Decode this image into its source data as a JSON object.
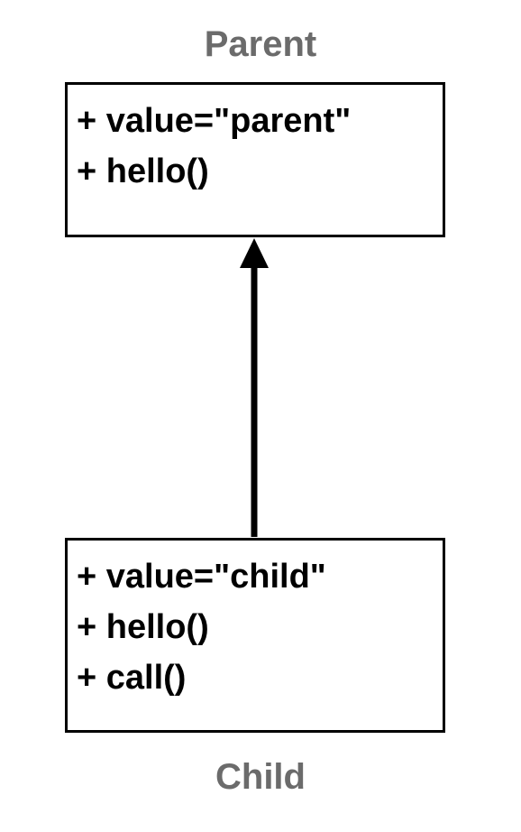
{
  "parent": {
    "title": "Parent",
    "members": [
      "+ value=\"parent\"",
      "+ hello()"
    ]
  },
  "child": {
    "title": "Child",
    "members": [
      "+ value=\"child\"",
      "+ hello()",
      "+ call()"
    ]
  },
  "colors": {
    "title": "#6b6b6b",
    "line": "#000000",
    "background": "#ffffff"
  }
}
